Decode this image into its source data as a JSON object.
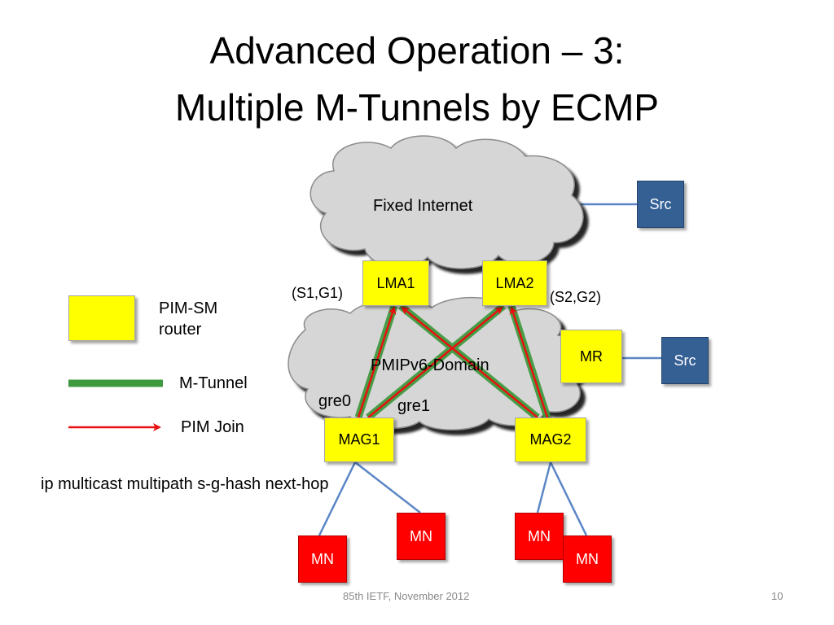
{
  "title": {
    "line1": "Advanced Operation – 3:",
    "line2": "Multiple M-Tunnels by ECMP"
  },
  "clouds": {
    "fixed_internet": "Fixed Internet",
    "pmip_domain": "PMIPv6-Domain"
  },
  "nodes": {
    "lma1": "LMA1",
    "lma2": "LMA2",
    "mr": "MR",
    "mag1": "MAG1",
    "mag2": "MAG2",
    "src_top": "Src",
    "src_right": "Src",
    "mn1": "MN",
    "mn2": "MN",
    "mn3": "MN",
    "mn4": "MN"
  },
  "labels": {
    "s1g1": "(S1,G1)",
    "s2g2": "(S2,G2)",
    "gre0": "gre0",
    "gre1": "gre1",
    "command": "ip multicast multipath s-g-hash next-hop"
  },
  "legend": {
    "pim_sm_line1": "PIM-SM",
    "pim_sm_line2": "router",
    "m_tunnel": "M-Tunnel",
    "pim_join": "PIM Join"
  },
  "colors": {
    "router": "#ffff00",
    "source": "#356094",
    "mobile_node": "#ff0000",
    "tunnel": "#3f9a3f",
    "join_arrow": "#e81010",
    "link": "#5b86c5",
    "cloud": "#d6d6d6"
  },
  "footer": {
    "text": "85th IETF, November 2012",
    "page": "10"
  }
}
